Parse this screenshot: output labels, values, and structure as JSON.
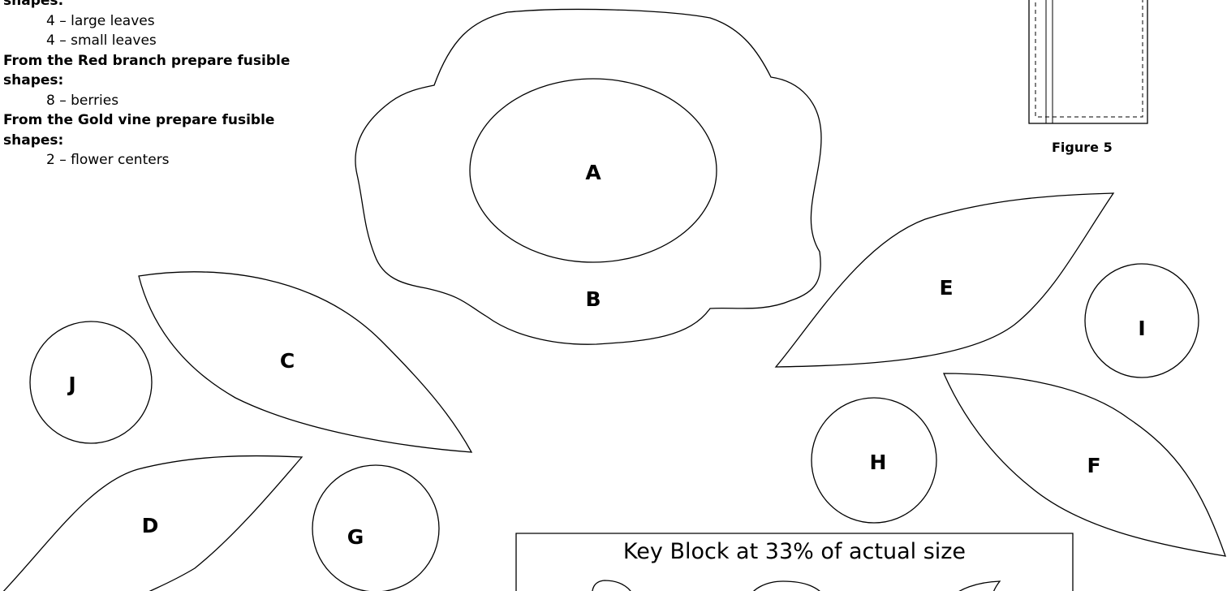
{
  "instructions": [
    {
      "kind": "heading",
      "text": "shapes:"
    },
    {
      "kind": "item",
      "text": "4 – large leaves"
    },
    {
      "kind": "item",
      "text": "4 – small leaves"
    },
    {
      "kind": "heading",
      "text": "From the Red branch prepare fusible"
    },
    {
      "kind": "heading",
      "text": "shapes:"
    },
    {
      "kind": "item",
      "text": "8 – berries"
    },
    {
      "kind": "heading",
      "text": "From the Gold vine prepare fusible"
    },
    {
      "kind": "heading",
      "text": "shapes:"
    },
    {
      "kind": "item",
      "text": "2 – flower centers"
    }
  ],
  "labels": {
    "a": "A",
    "b": "B",
    "c": "C",
    "d": "D",
    "e": "E",
    "f": "F",
    "g": "G",
    "h": "H",
    "i": "I",
    "j": "J"
  },
  "figure_caption": "Figure 5",
  "key_block_title": "Key Block at 33% of actual size"
}
